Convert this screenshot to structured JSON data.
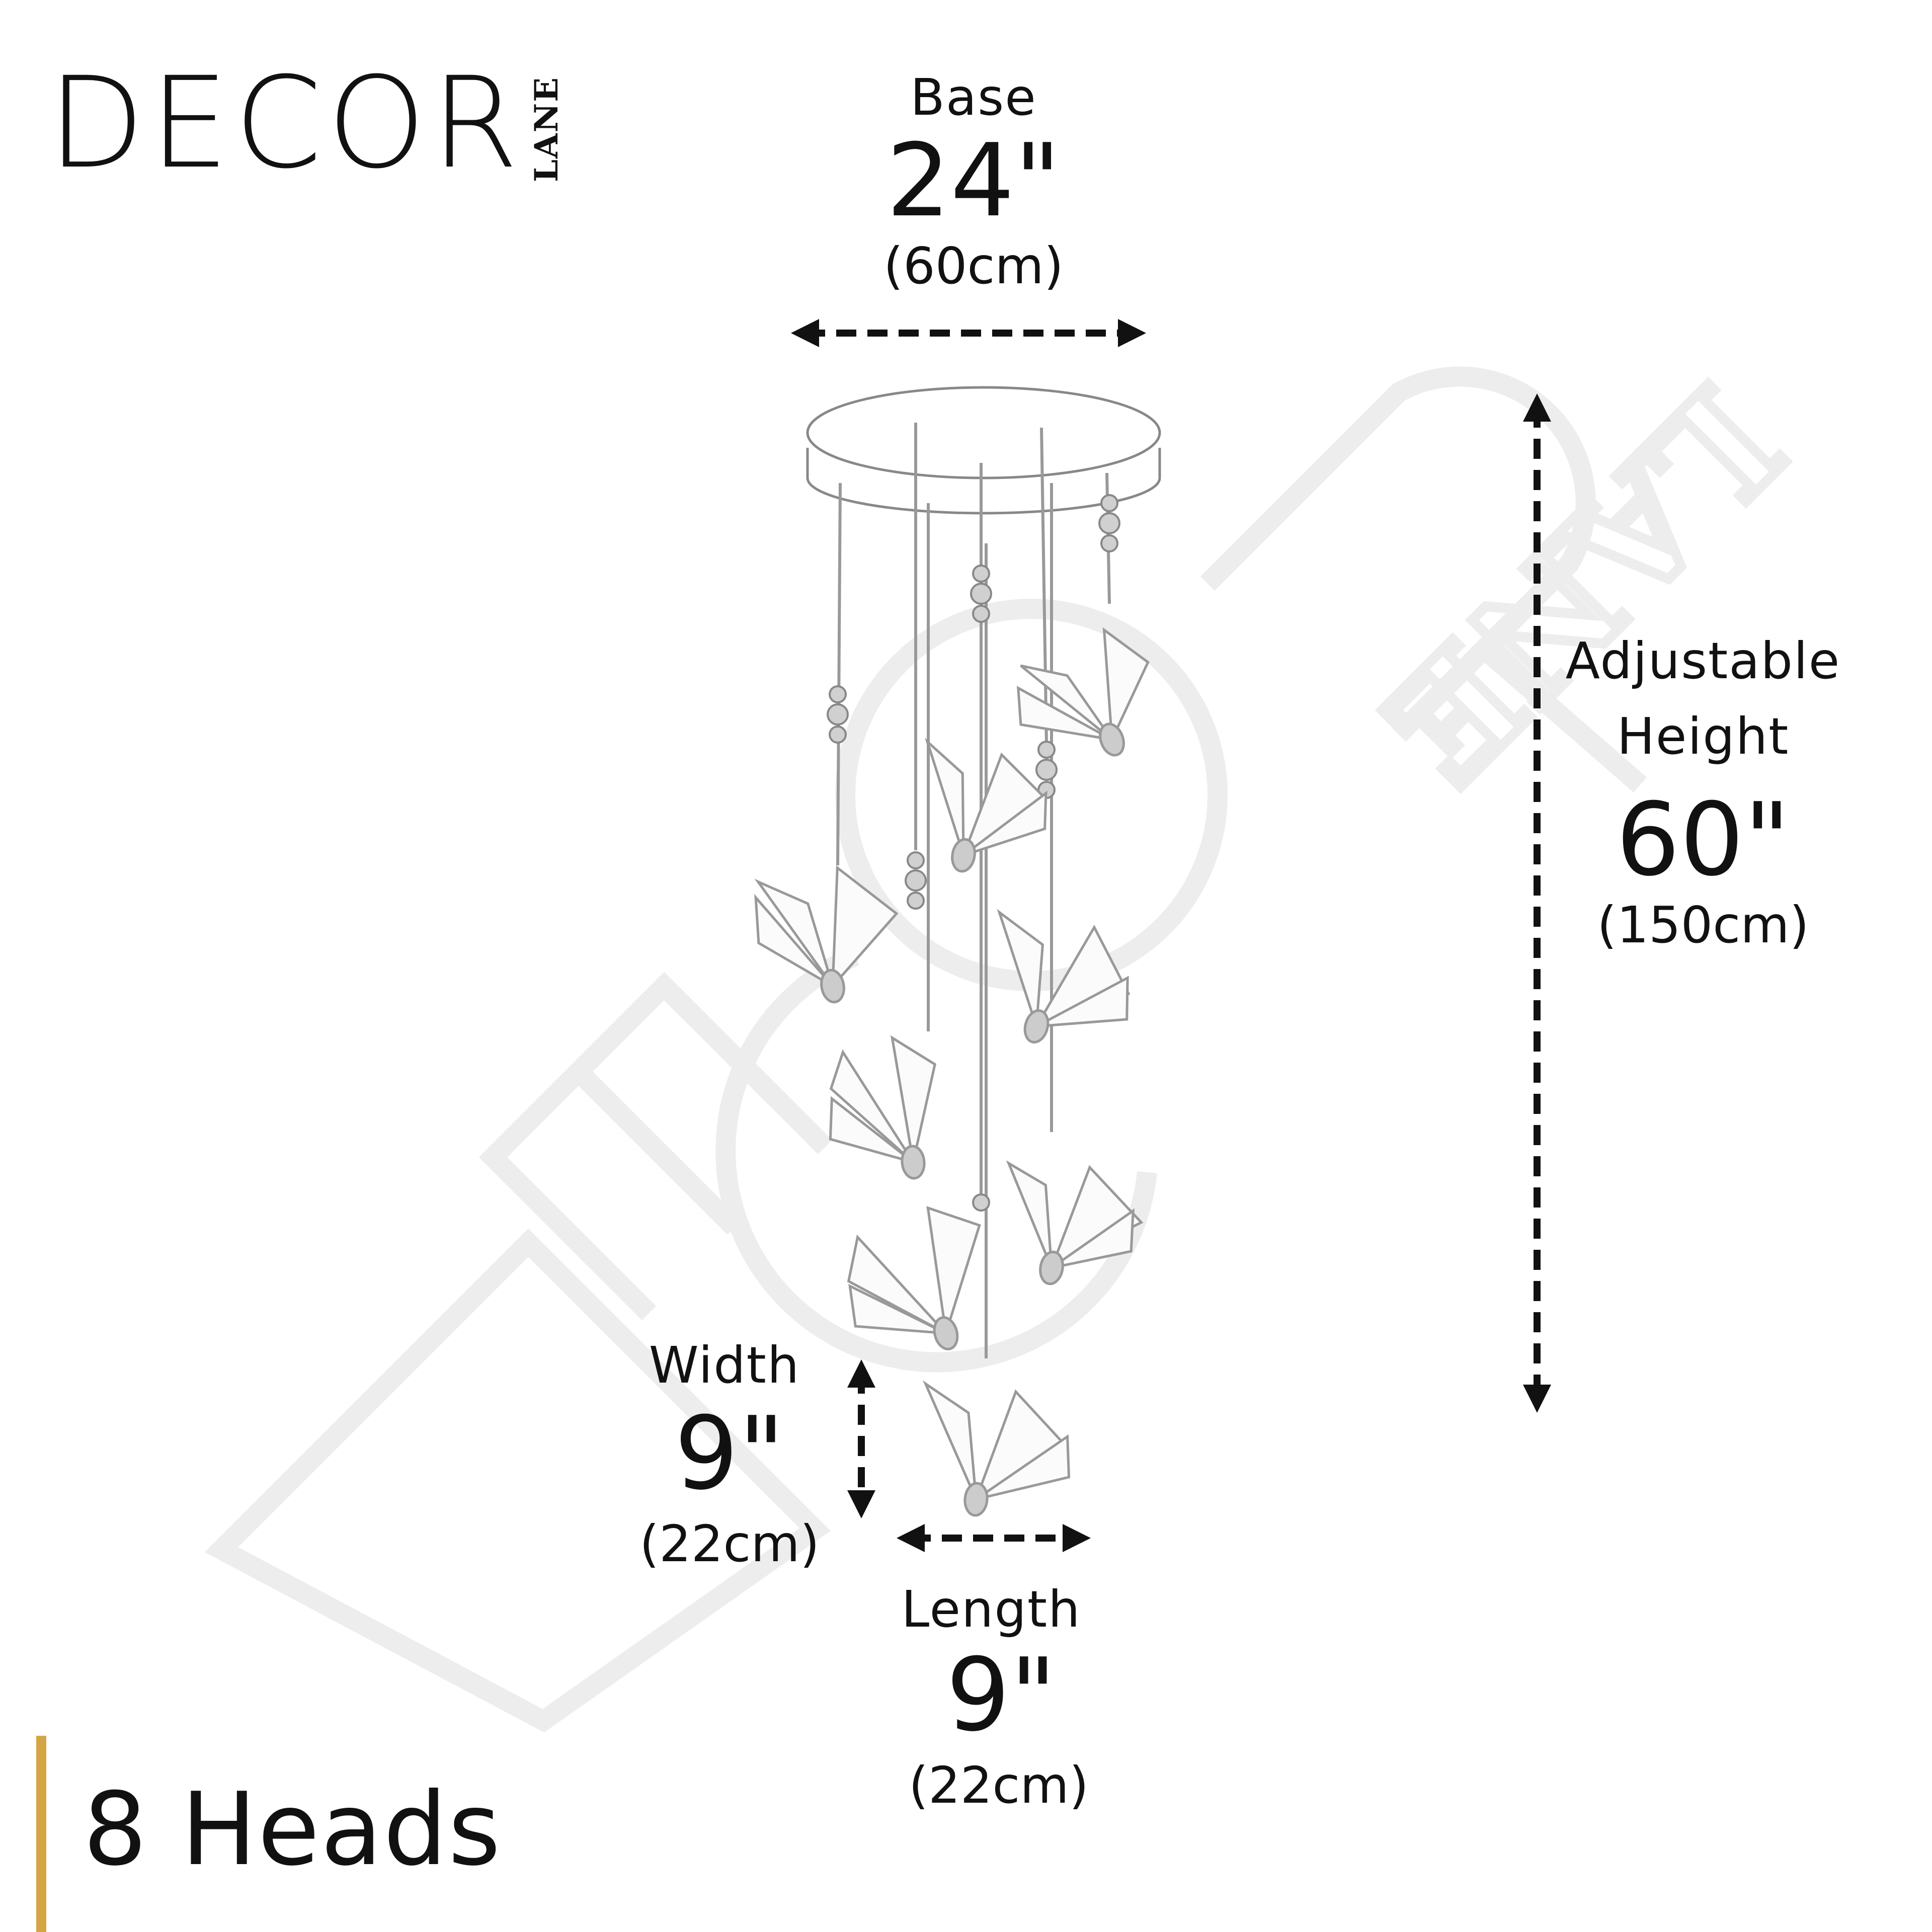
{
  "brand": {
    "name": "DECOR",
    "sub": "LANE",
    "watermark": "DECOR LANE",
    "accent_color": "#d4a544"
  },
  "base": {
    "label": "Base",
    "value": "24\"",
    "metric": "(60cm)"
  },
  "height": {
    "label_line1": "Adjustable",
    "label_line2": "Height",
    "value": "60\"",
    "metric": "(150cm)"
  },
  "width": {
    "label": "Width",
    "value": "9\"",
    "metric": "(22cm)"
  },
  "length": {
    "label": "Length",
    "value": "9\"",
    "metric": "(22cm)"
  },
  "heads": {
    "label": "8 Heads"
  },
  "icons": {
    "product": "butterfly-chandelier-illustration",
    "arrows": "dashed-double-arrow-icon"
  }
}
